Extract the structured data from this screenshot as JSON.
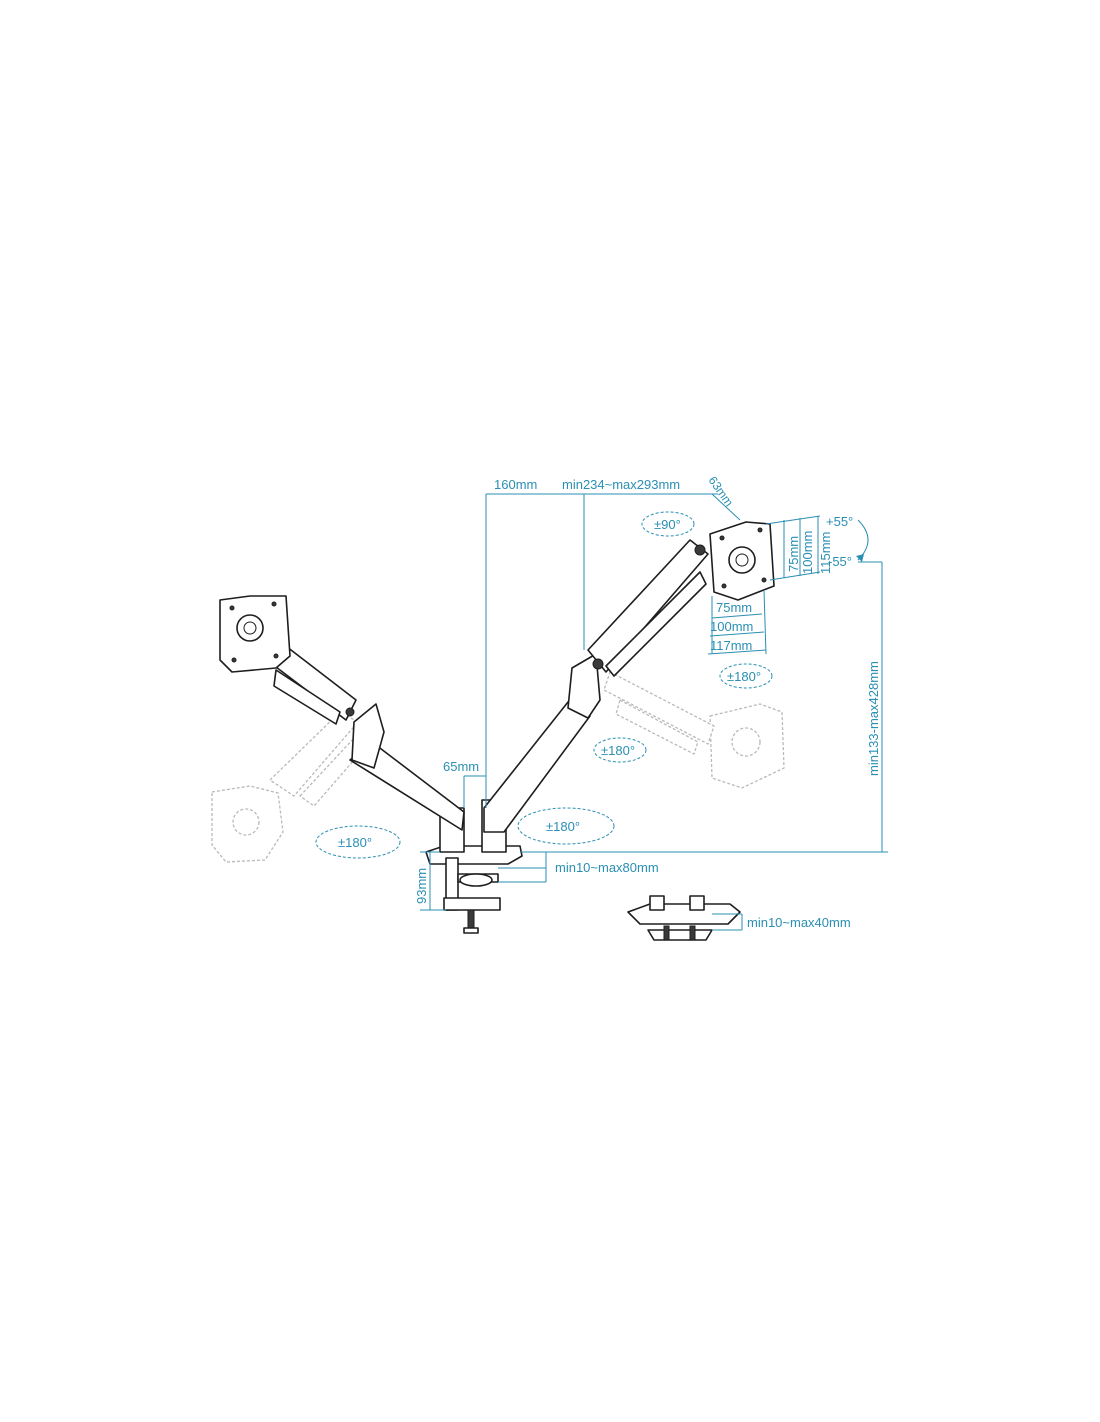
{
  "dimensions": {
    "arm_segment_1": "160mm",
    "arm_segment_2": "min234~max293mm",
    "tilt_offset": "63mm",
    "pole_offset": "65mm",
    "height_range": "min133-max428mm",
    "clamp_range": "min10~max80mm",
    "grommet_range": "min10~max40mm",
    "base_height": "93mm",
    "vesa_v_75": "75mm",
    "vesa_v_100": "100mm",
    "vesa_v_115": "115mm",
    "vesa_h_75": "75mm",
    "vesa_h_100": "100mm",
    "vesa_h_117": "117mm"
  },
  "rotations": {
    "rotate_90": "±90°",
    "tilt_up": "+55°",
    "tilt_down": "-55°",
    "swivel_head_right": "±180°",
    "swivel_arm_right": "±180°",
    "swivel_base_right": "±180°",
    "swivel_base_left": "±180°"
  },
  "colors": {
    "dimension": "#2a8fb3",
    "ink": "#1e1e1e",
    "ghost": "#b9b9b9"
  }
}
